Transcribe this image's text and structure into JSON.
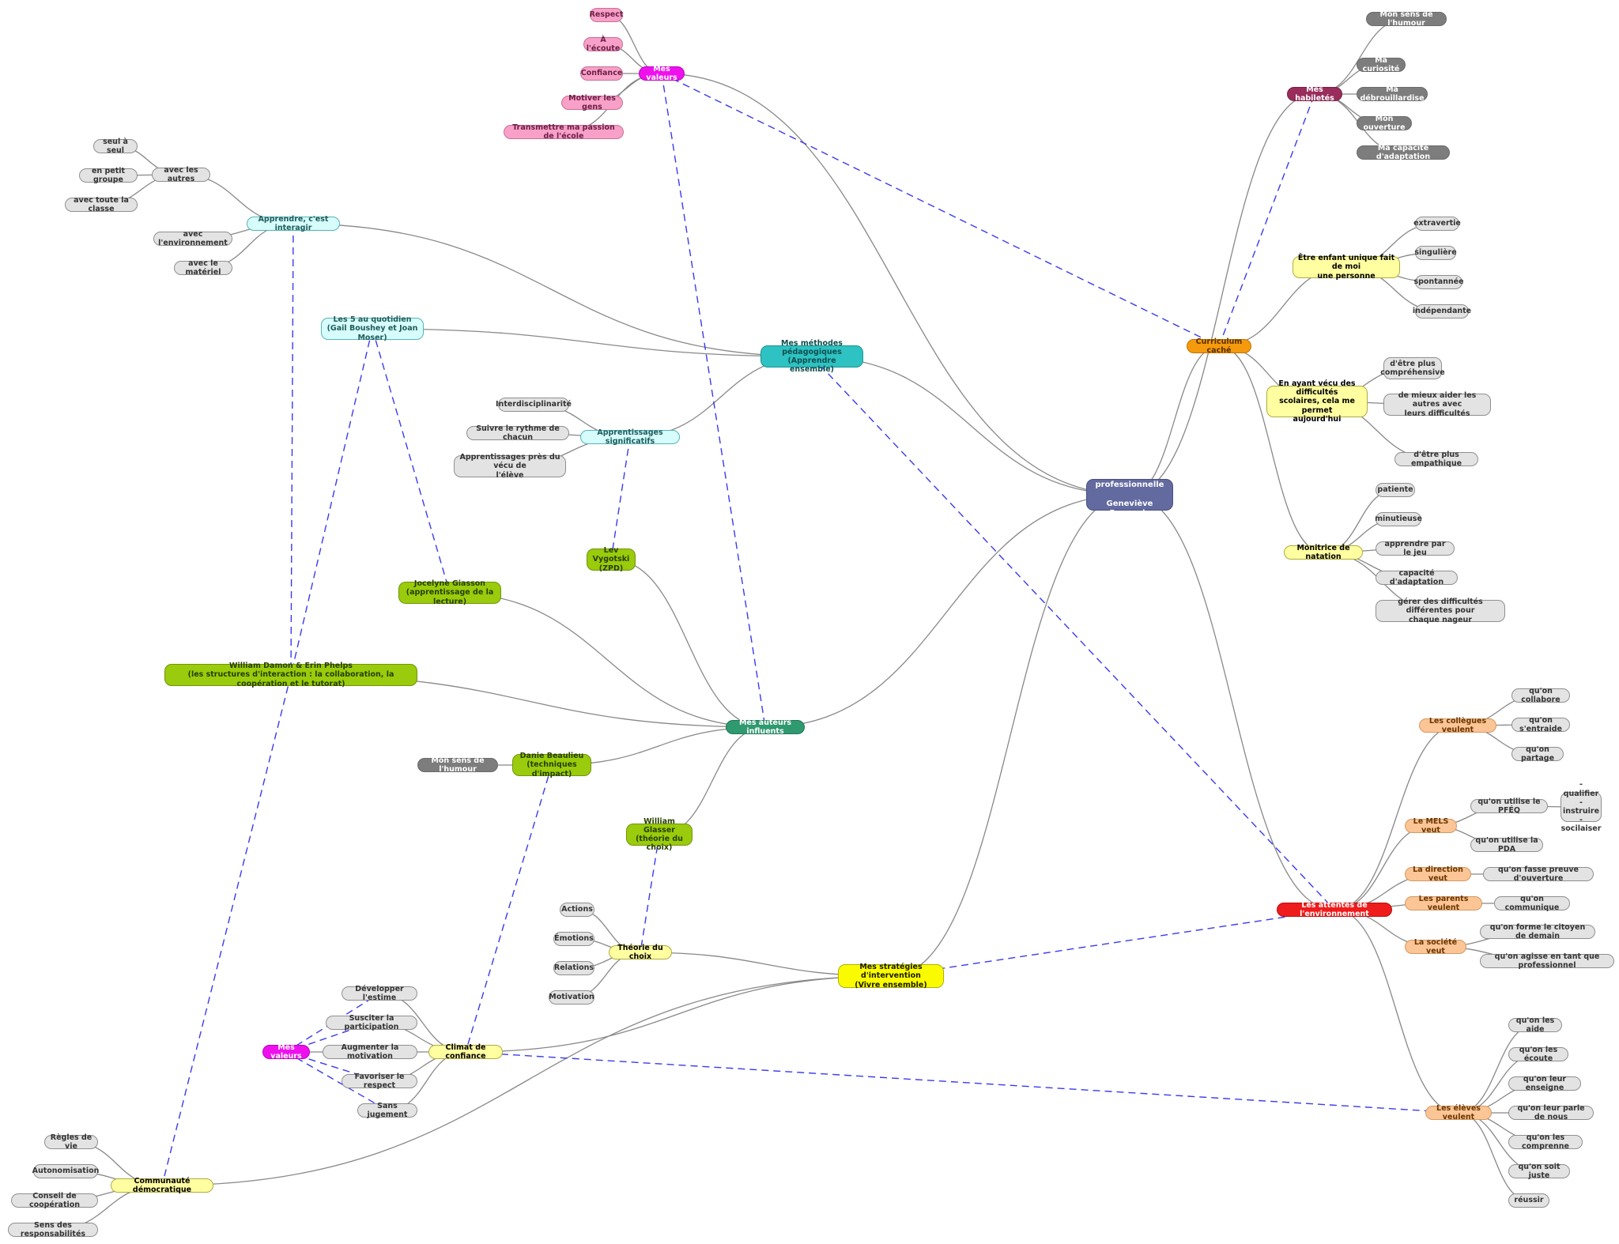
{
  "colors": {
    "branch_line": "#888888",
    "relation_line": "#3a3af0",
    "center": "#636aa0",
    "values_node": "#ee11ee",
    "authors_node": "#2f9970",
    "methods_node": "#2ec2c2",
    "strategies_node": "#fbfb00",
    "hidden_curriculum_node": "#f49a0c",
    "skills_node": "#992d5c",
    "expectations_node": "#ee1c1c"
  },
  "nodes": [
    {
      "id": "center",
      "text": "Identité professionnelle\n\nGeneviève Beauvais",
      "style": "center"
    },
    {
      "id": "valeurs_top",
      "text": "Mes valeurs",
      "style": "mag"
    },
    {
      "id": "respect",
      "text": "Respect",
      "style": "pink"
    },
    {
      "id": "ecoute",
      "text": "À l'écoute",
      "style": "pink"
    },
    {
      "id": "confiance",
      "text": "Confiance",
      "style": "pink"
    },
    {
      "id": "motiver",
      "text": "Motiver les gens",
      "style": "pink"
    },
    {
      "id": "transmettre",
      "text": "Transmettre ma passion de l'école",
      "style": "pink"
    },
    {
      "id": "habiletes",
      "text": "Mes habiletés",
      "style": "maroon"
    },
    {
      "id": "humour_top",
      "text": "Mon sens de l'humour",
      "style": "dark"
    },
    {
      "id": "curiosite",
      "text": "Ma curiosité",
      "style": "dark"
    },
    {
      "id": "debrouillardise",
      "text": "Ma débrouillardise",
      "style": "dark"
    },
    {
      "id": "ouverture",
      "text": "Mon ouverture",
      "style": "dark"
    },
    {
      "id": "adaptation",
      "text": "Ma capacité d'adaptation",
      "style": "dark"
    },
    {
      "id": "curriculum",
      "text": "Curriculum caché",
      "style": "orange"
    },
    {
      "id": "enfant",
      "text": "Être enfant unique fait de moi\nune personne",
      "style": "ylight"
    },
    {
      "id": "extravertie",
      "text": "extravertie",
      "style": "leaf"
    },
    {
      "id": "singuliere",
      "text": "singulière",
      "style": "leaf"
    },
    {
      "id": "spontanee",
      "text": "spontannée",
      "style": "leaf"
    },
    {
      "id": "independante",
      "text": "indépendante",
      "style": "leaf"
    },
    {
      "id": "difficultes",
      "text": "En ayant vécu des difficultés\nscolaires, cela me permet\naujourd'hui",
      "style": "ylight"
    },
    {
      "id": "comprehensive",
      "text": "d'être plus\ncompréhensive",
      "style": "leaf"
    },
    {
      "id": "mieux_aider",
      "text": "de mieux aider les autres avec\nleurs difficultés",
      "style": "leaf"
    },
    {
      "id": "empathique",
      "text": "d'être plus empathique",
      "style": "leaf"
    },
    {
      "id": "monitrice",
      "text": "Monitrice de natation",
      "style": "ylight"
    },
    {
      "id": "patiente",
      "text": "patiente",
      "style": "leaf"
    },
    {
      "id": "minutieuse",
      "text": "minutieuse",
      "style": "leaf"
    },
    {
      "id": "apprendre_jeu",
      "text": "apprendre par le jeu",
      "style": "leaf"
    },
    {
      "id": "capacite_adapt",
      "text": "capacité d'adaptation",
      "style": "leaf"
    },
    {
      "id": "gerer",
      "text": "gérer des difficultés différentes pour\nchaque nageur",
      "style": "leaf"
    },
    {
      "id": "methodes",
      "text": "Mes méthodes pédagogiques\n(Apprendre ensemble)",
      "style": "teal"
    },
    {
      "id": "interagir",
      "text": "Apprendre, c'est interagir",
      "style": "cyan"
    },
    {
      "id": "avec_autres",
      "text": "avec les autres",
      "style": "leaf"
    },
    {
      "id": "seul",
      "text": "seul à seul",
      "style": "leaf"
    },
    {
      "id": "petit_groupe",
      "text": "en petit groupe",
      "style": "leaf"
    },
    {
      "id": "toute_classe",
      "text": "avec toute la classe",
      "style": "leaf"
    },
    {
      "id": "environnement",
      "text": "avec l'environnement",
      "style": "leaf"
    },
    {
      "id": "materiel",
      "text": "avec le matériel",
      "style": "leaf"
    },
    {
      "id": "cinq",
      "text": "Les 5 au quotidien\n(Gail Boushey et Joan Moser)",
      "style": "cyan"
    },
    {
      "id": "signif",
      "text": "Apprentissages significatifs",
      "style": "cyan"
    },
    {
      "id": "interdisc",
      "text": "Interdisciplinarité",
      "style": "leaf"
    },
    {
      "id": "rythme",
      "text": "Suivre le rythme de chacun",
      "style": "leaf"
    },
    {
      "id": "vecu",
      "text": "Apprentissages près du vécu de\nl'élève",
      "style": "leaf"
    },
    {
      "id": "auteurs",
      "text": "Mes auteurs influents",
      "style": "green"
    },
    {
      "id": "vygotski",
      "text": "Lev Vygotski\n(ZPD)",
      "style": "olive"
    },
    {
      "id": "giasson",
      "text": "Jocelyne Giasson\n(apprentissage de la lecture)",
      "style": "olive"
    },
    {
      "id": "damon",
      "text": "William Damon & Erin Phelps\n(les structures d'interaction : la collaboration, la coopération et le tutorat)",
      "style": "olive"
    },
    {
      "id": "beaulieu",
      "text": "Danie Beaulieu\n(techniques d'impact)",
      "style": "olive"
    },
    {
      "id": "humour_mid",
      "text": "Mon sens de l'humour",
      "style": "dark"
    },
    {
      "id": "glasser",
      "text": "William Glasser\n(théorie du choix)",
      "style": "olive"
    },
    {
      "id": "strategies",
      "text": "Mes stratégies d'intervention\n(Vivre ensemble)",
      "style": "yel"
    },
    {
      "id": "theorie",
      "text": "Théorie du choix",
      "style": "ylight"
    },
    {
      "id": "actions",
      "text": "Actions",
      "style": "leaf"
    },
    {
      "id": "emotions",
      "text": "Émotions",
      "style": "leaf"
    },
    {
      "id": "relations",
      "text": "Relations",
      "style": "leaf"
    },
    {
      "id": "motivation",
      "text": "Motivation",
      "style": "leaf"
    },
    {
      "id": "climat",
      "text": "Climat de confiance",
      "style": "ylight"
    },
    {
      "id": "estime",
      "text": "Développer l'estime",
      "style": "leaf"
    },
    {
      "id": "participation",
      "text": "Susciter la participation",
      "style": "leaf"
    },
    {
      "id": "augmenter",
      "text": "Augmenter la motivation",
      "style": "leaf"
    },
    {
      "id": "fav_respect",
      "text": "Favoriser le respect",
      "style": "leaf"
    },
    {
      "id": "sans_jugement",
      "text": "Sans jugement",
      "style": "leaf"
    },
    {
      "id": "valeurs_bot",
      "text": "Mes valeurs",
      "style": "mag"
    },
    {
      "id": "communaute",
      "text": "Communauté  démocratique",
      "style": "ylight"
    },
    {
      "id": "regles",
      "text": "Règles de vie",
      "style": "leaf"
    },
    {
      "id": "autonomisation",
      "text": "Autonomisation",
      "style": "leaf"
    },
    {
      "id": "conseil",
      "text": "Conseil de coopération",
      "style": "leaf"
    },
    {
      "id": "responsabilites",
      "text": "Sens des responsabilités",
      "style": "leaf"
    },
    {
      "id": "attentes",
      "text": "Les attentes de l'environnement",
      "style": "red"
    },
    {
      "id": "collegues",
      "text": "Les collègues veulent",
      "style": "peach"
    },
    {
      "id": "collabore",
      "text": "qu'on collabore",
      "style": "leaf"
    },
    {
      "id": "entraide",
      "text": "qu'on s'entraide",
      "style": "leaf"
    },
    {
      "id": "partage",
      "text": "qu'on partage",
      "style": "leaf"
    },
    {
      "id": "mels",
      "text": "Le MELS veut",
      "style": "peach"
    },
    {
      "id": "pfeq",
      "text": "qu'on utilise le PFÉQ",
      "style": "leaf"
    },
    {
      "id": "qualifier",
      "text": "- qualifier\n- instruire\n- socilaiser",
      "style": "leaf"
    },
    {
      "id": "pda",
      "text": "qu'on utilise la PDA",
      "style": "leaf"
    },
    {
      "id": "direction",
      "text": "La direction veut",
      "style": "peach"
    },
    {
      "id": "preuve",
      "text": "qu'on fasse preuve d'ouverture",
      "style": "leaf"
    },
    {
      "id": "parents",
      "text": "Les parents veulent",
      "style": "peach"
    },
    {
      "id": "communique",
      "text": "qu'on communique",
      "style": "leaf"
    },
    {
      "id": "societe",
      "text": "La société veut",
      "style": "peach"
    },
    {
      "id": "citoyen",
      "text": "qu'on forme le citoyen de demain",
      "style": "leaf"
    },
    {
      "id": "professionnel",
      "text": "qu'on agisse en tant que professionnel",
      "style": "leaf"
    },
    {
      "id": "eleves",
      "text": "Les élèves veulent",
      "style": "peach"
    },
    {
      "id": "aide",
      "text": "qu'on les aide",
      "style": "leaf"
    },
    {
      "id": "ecoute_e",
      "text": "qu'on les écoute",
      "style": "leaf"
    },
    {
      "id": "enseigne",
      "text": "qu'on leur enseigne",
      "style": "leaf"
    },
    {
      "id": "parle",
      "text": "qu'on leur parle de nous",
      "style": "leaf"
    },
    {
      "id": "comprenne",
      "text": "qu'on les comprenne",
      "style": "leaf"
    },
    {
      "id": "juste",
      "text": "qu'on soit juste",
      "style": "leaf"
    },
    {
      "id": "reussir",
      "text": "réussir",
      "style": "leaf"
    }
  ],
  "edges": [
    [
      "center",
      "valeurs_top"
    ],
    [
      "valeurs_top",
      "respect"
    ],
    [
      "valeurs_top",
      "ecoute"
    ],
    [
      "valeurs_top",
      "confiance"
    ],
    [
      "valeurs_top",
      "motiver"
    ],
    [
      "valeurs_top",
      "transmettre"
    ],
    [
      "center",
      "habiletes"
    ],
    [
      "habiletes",
      "humour_top"
    ],
    [
      "habiletes",
      "curiosite"
    ],
    [
      "habiletes",
      "debrouillardise"
    ],
    [
      "habiletes",
      "ouverture"
    ],
    [
      "habiletes",
      "adaptation"
    ],
    [
      "center",
      "curriculum"
    ],
    [
      "curriculum",
      "enfant"
    ],
    [
      "enfant",
      "extravertie"
    ],
    [
      "enfant",
      "singuliere"
    ],
    [
      "enfant",
      "spontanee"
    ],
    [
      "enfant",
      "independante"
    ],
    [
      "curriculum",
      "difficultes"
    ],
    [
      "difficultes",
      "comprehensive"
    ],
    [
      "difficultes",
      "mieux_aider"
    ],
    [
      "difficultes",
      "empathique"
    ],
    [
      "curriculum",
      "monitrice"
    ],
    [
      "monitrice",
      "patiente"
    ],
    [
      "monitrice",
      "minutieuse"
    ],
    [
      "monitrice",
      "apprendre_jeu"
    ],
    [
      "monitrice",
      "capacite_adapt"
    ],
    [
      "monitrice",
      "gerer"
    ],
    [
      "center",
      "methodes"
    ],
    [
      "methodes",
      "interagir"
    ],
    [
      "interagir",
      "avec_autres"
    ],
    [
      "avec_autres",
      "seul"
    ],
    [
      "avec_autres",
      "petit_groupe"
    ],
    [
      "avec_autres",
      "toute_classe"
    ],
    [
      "interagir",
      "environnement"
    ],
    [
      "interagir",
      "materiel"
    ],
    [
      "methodes",
      "cinq"
    ],
    [
      "methodes",
      "signif"
    ],
    [
      "signif",
      "interdisc"
    ],
    [
      "signif",
      "rythme"
    ],
    [
      "signif",
      "vecu"
    ],
    [
      "center",
      "auteurs"
    ],
    [
      "auteurs",
      "vygotski"
    ],
    [
      "auteurs",
      "giasson"
    ],
    [
      "auteurs",
      "damon"
    ],
    [
      "auteurs",
      "beaulieu"
    ],
    [
      "beaulieu",
      "humour_mid"
    ],
    [
      "auteurs",
      "glasser"
    ],
    [
      "center",
      "strategies"
    ],
    [
      "strategies",
      "theorie"
    ],
    [
      "theorie",
      "actions"
    ],
    [
      "theorie",
      "emotions"
    ],
    [
      "theorie",
      "relations"
    ],
    [
      "theorie",
      "motivation"
    ],
    [
      "strategies",
      "climat"
    ],
    [
      "climat",
      "estime"
    ],
    [
      "climat",
      "participation"
    ],
    [
      "climat",
      "augmenter"
    ],
    [
      "climat",
      "fav_respect"
    ],
    [
      "climat",
      "sans_jugement"
    ],
    [
      "augmenter",
      "valeurs_bot"
    ],
    [
      "strategies",
      "communaute"
    ],
    [
      "communaute",
      "regles"
    ],
    [
      "communaute",
      "autonomisation"
    ],
    [
      "communaute",
      "conseil"
    ],
    [
      "communaute",
      "responsabilites"
    ],
    [
      "center",
      "attentes"
    ],
    [
      "attentes",
      "collegues"
    ],
    [
      "collegues",
      "collabore"
    ],
    [
      "collegues",
      "entraide"
    ],
    [
      "collegues",
      "partage"
    ],
    [
      "attentes",
      "mels"
    ],
    [
      "mels",
      "pfeq"
    ],
    [
      "pfeq",
      "qualifier"
    ],
    [
      "mels",
      "pda"
    ],
    [
      "attentes",
      "direction"
    ],
    [
      "direction",
      "preuve"
    ],
    [
      "attentes",
      "parents"
    ],
    [
      "parents",
      "communique"
    ],
    [
      "attentes",
      "societe"
    ],
    [
      "societe",
      "citoyen"
    ],
    [
      "societe",
      "professionnel"
    ],
    [
      "attentes",
      "eleves"
    ],
    [
      "eleves",
      "aide"
    ],
    [
      "eleves",
      "ecoute_e"
    ],
    [
      "eleves",
      "enseigne"
    ],
    [
      "eleves",
      "parle"
    ],
    [
      "eleves",
      "comprenne"
    ],
    [
      "eleves",
      "juste"
    ],
    [
      "eleves",
      "reussir"
    ]
  ],
  "relations": [
    [
      "valeurs_top",
      "curriculum"
    ],
    [
      "valeurs_top",
      "auteurs"
    ],
    [
      "curriculum",
      "habiletes"
    ],
    [
      "methodes",
      "attentes"
    ],
    [
      "strategies",
      "attentes"
    ],
    [
      "climat",
      "eleves"
    ],
    [
      "interagir",
      "damon"
    ],
    [
      "cinq",
      "damon"
    ],
    [
      "cinq",
      "giasson"
    ],
    [
      "signif",
      "vygotski"
    ],
    [
      "glasser",
      "theorie"
    ],
    [
      "beaulieu",
      "climat"
    ],
    [
      "damon",
      "communaute"
    ],
    [
      "valeurs_bot",
      "estime"
    ],
    [
      "valeurs_bot",
      "participation"
    ],
    [
      "valeurs_bot",
      "fav_respect"
    ],
    [
      "valeurs_bot",
      "sans_jugement"
    ]
  ]
}
